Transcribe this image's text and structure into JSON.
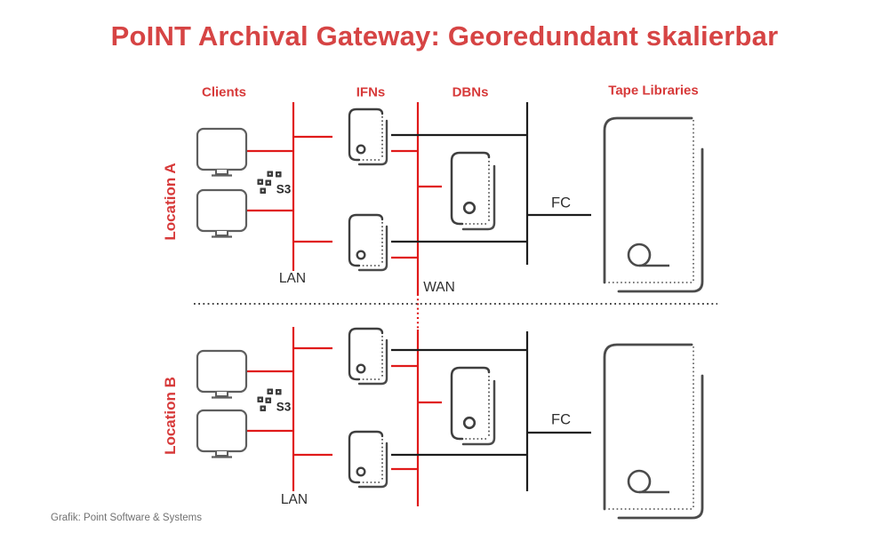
{
  "title": "PoINT Archival Gateway: Georedundant skalierbar",
  "columns": {
    "clients": "Clients",
    "ifns": "IFNs",
    "dbns": "DBNs",
    "tape_libraries": "Tape Libraries"
  },
  "wan_label": "WAN",
  "locations": [
    {
      "label": "Location A",
      "lan": "LAN",
      "fc": "FC",
      "s3": "S3"
    },
    {
      "label": "Location B",
      "lan": "LAN",
      "fc": "FC",
      "s3": "S3"
    }
  ],
  "caption": "Grafik: Point Software & Systems",
  "colors": {
    "title_red": "#d64444",
    "label_red": "#d73a3a",
    "line_red": "#e01a1a",
    "line_black": "#1d1d1d",
    "icon_gray": "#4b4b4b",
    "monitor_gray": "#5e5e5e",
    "caption_gray": "#717171"
  }
}
